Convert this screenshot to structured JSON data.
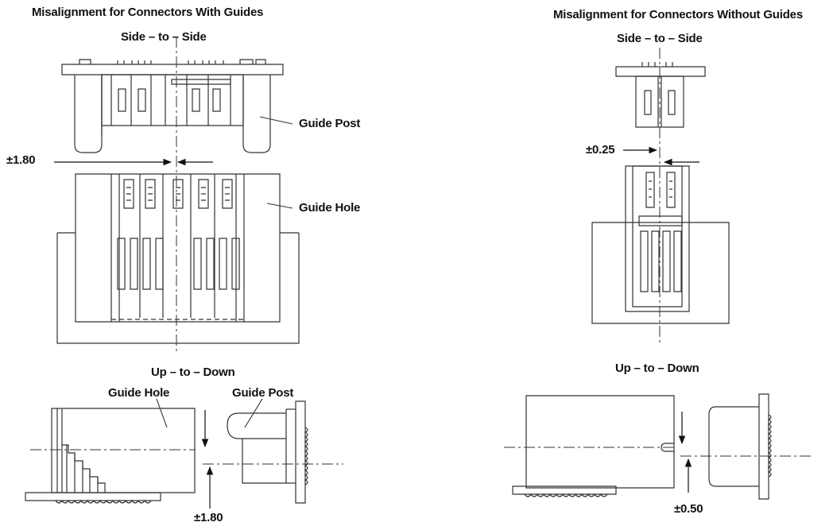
{
  "left_panel": {
    "title": "Misalignment for Connectors With Guides",
    "side_label": "Side – to – Side",
    "side_tolerance": "±1.80",
    "guide_post_label": "Guide Post",
    "guide_hole_label": "Guide Hole",
    "up_label": "Up – to – Down",
    "up_guide_hole_label": "Guide Hole",
    "up_guide_post_label": "Guide Post",
    "up_tolerance": "±1.80"
  },
  "right_panel": {
    "title": "Misalignment for Connectors Without Guides",
    "side_label": "Side – to – Side",
    "side_tolerance": "±0.25",
    "up_label": "Up – to – Down",
    "up_tolerance": "±0.50"
  },
  "colors": {
    "line": "#333333",
    "text": "#111111",
    "background": "#ffffff"
  }
}
